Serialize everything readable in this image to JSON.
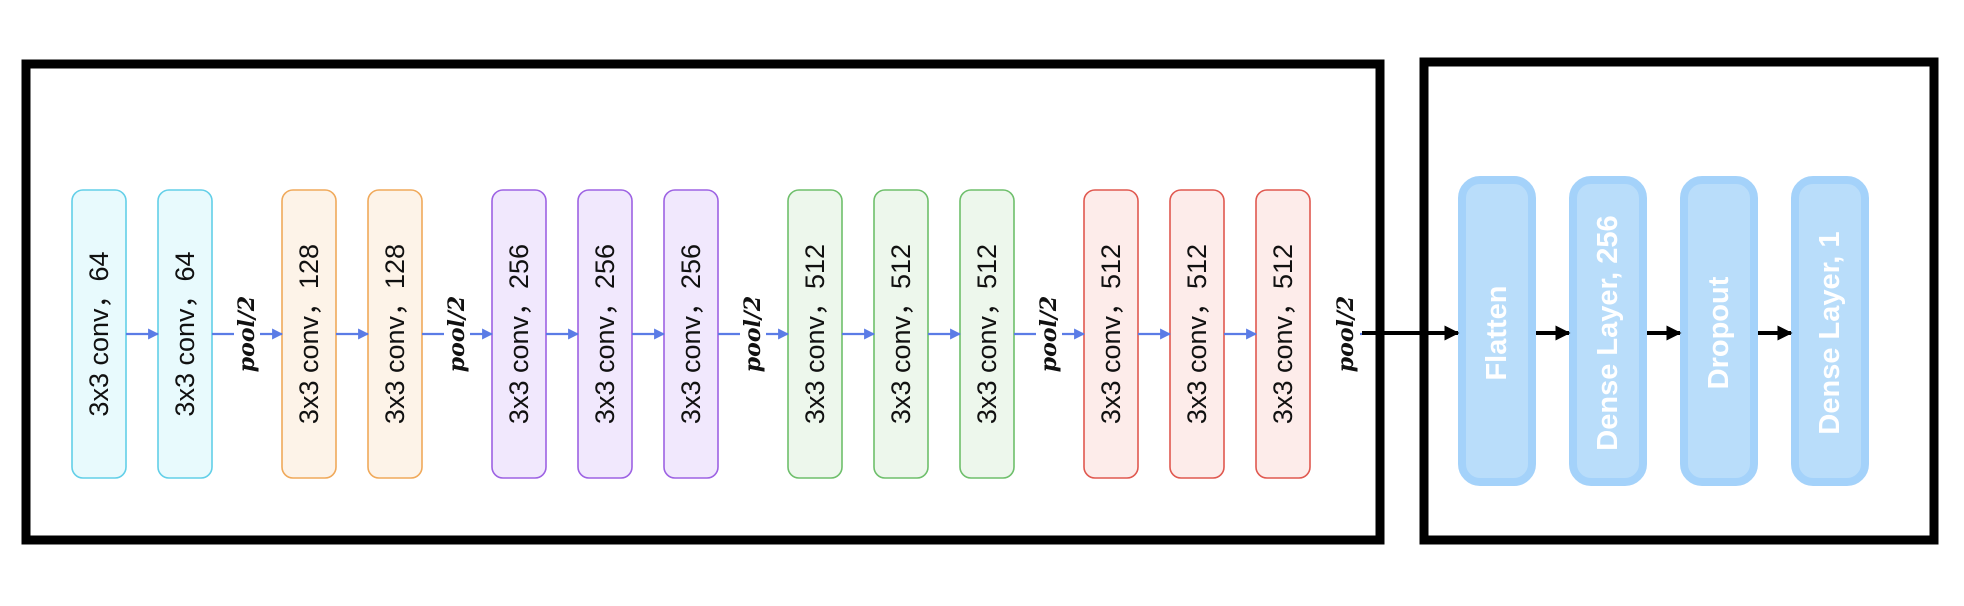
{
  "feature_extractor": {
    "groups": [
      {
        "color": {
          "fill": "#e8fafd",
          "stroke": "#62cfe8"
        },
        "layers": [
          "3x3 conv，64",
          "3x3 conv，64"
        ]
      },
      {
        "color": {
          "fill": "#fdf3e8",
          "stroke": "#f0a95a"
        },
        "layers": [
          "3x3 conv，128",
          "3x3 conv，128"
        ]
      },
      {
        "color": {
          "fill": "#f1e8fd",
          "stroke": "#9d62e3"
        },
        "layers": [
          "3x3 conv，256",
          "3x3 conv，256",
          "3x3 conv，256"
        ]
      },
      {
        "color": {
          "fill": "#edf7ec",
          "stroke": "#6ebf6b"
        },
        "layers": [
          "3x3 conv，512",
          "3x3 conv，512",
          "3x3 conv，512"
        ]
      },
      {
        "color": {
          "fill": "#fdecea",
          "stroke": "#e0584f"
        },
        "layers": [
          "3x3 conv，512",
          "3x3 conv，512",
          "3x3 conv，512"
        ]
      }
    ],
    "pool_label": "pool/2",
    "arrow_color": "#5b7ce6"
  },
  "classifier": {
    "layers": [
      "Flatten",
      "Dense Layer, 256",
      "Dropout",
      "Dense Layer, 1"
    ],
    "color": {
      "fill": "#b9ddfa",
      "stroke": "#a4d2fa"
    },
    "arrow_color": "#000000"
  }
}
